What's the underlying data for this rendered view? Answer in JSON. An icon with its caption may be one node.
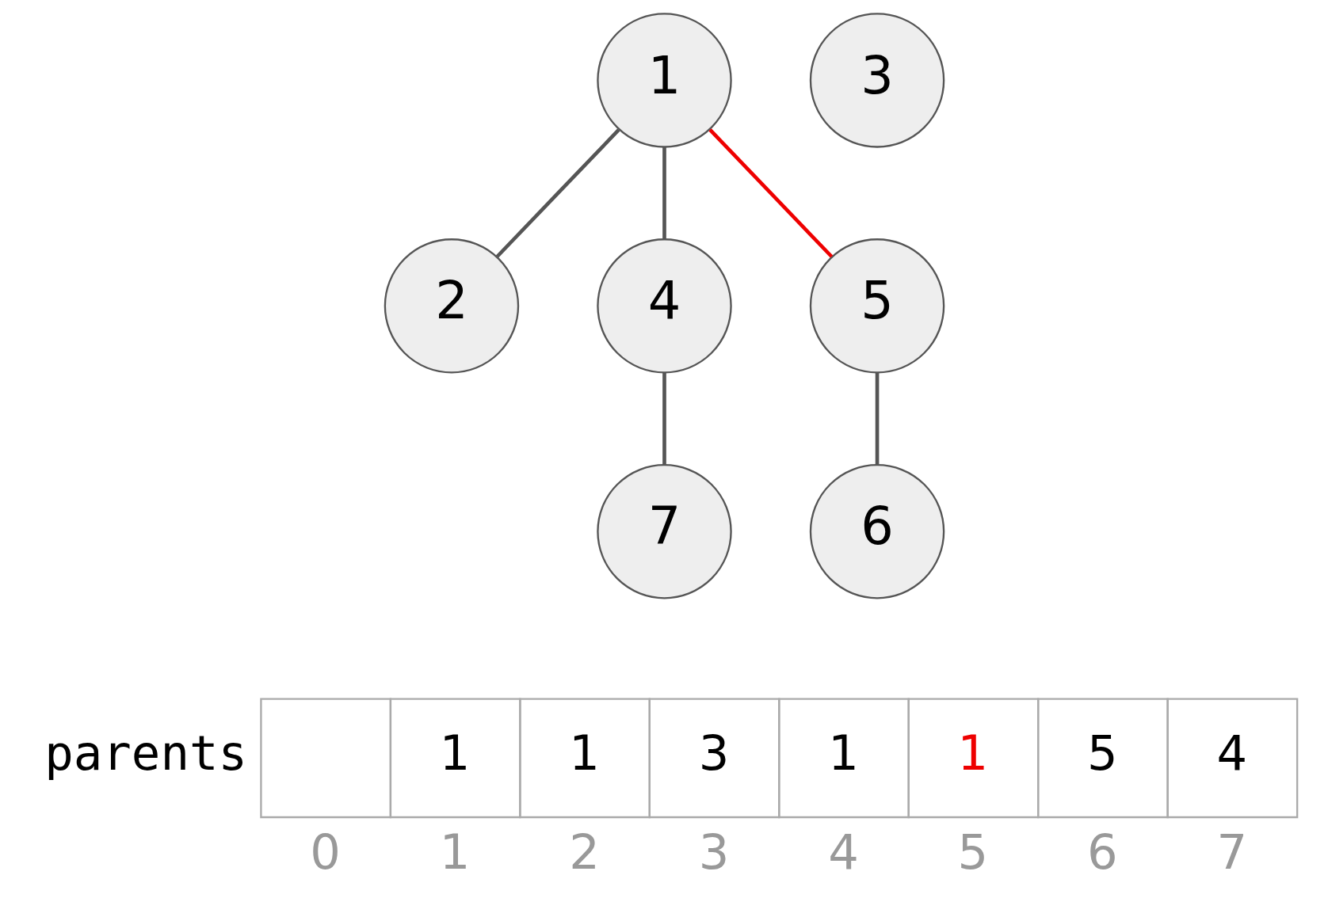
{
  "diagram": {
    "nodes": [
      {
        "text": [
          "1"
        ]
      },
      {
        "text": [
          "3"
        ]
      },
      {
        "text": [
          "2"
        ]
      },
      {
        "text": [
          "4"
        ]
      },
      {
        "text": [
          "5"
        ]
      },
      {
        "text": [
          "7"
        ]
      },
      {
        "text": [
          "6"
        ]
      }
    ],
    "edges": [
      {
        "from": 0,
        "to": 2,
        "arrow": "none"
      },
      {
        "from": 0,
        "to": 3,
        "arrow": "none"
      },
      {
        "from": 0,
        "to": 4,
        "arrow": "none",
        "color": "#ee0000"
      },
      {
        "from": 3,
        "to": 5,
        "arrow": "none"
      },
      {
        "from": 4,
        "to": 6,
        "arrow": "none"
      }
    ],
    "labels": [
      "parents",
      "1",
      "1",
      "3",
      "1",
      "1",
      "5",
      "4",
      "0",
      "1",
      "2",
      "3",
      "4",
      "5",
      "6",
      "7"
    ]
  }
}
